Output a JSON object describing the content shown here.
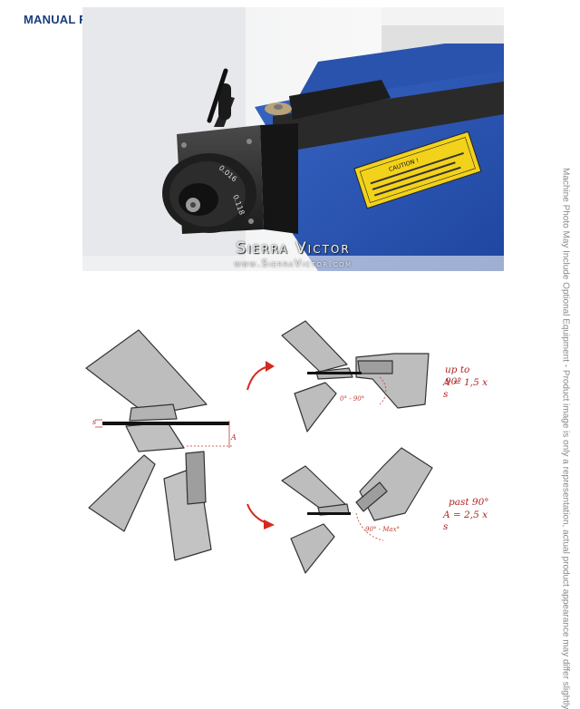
{
  "header": {
    "title": "MANUAL FOLDING BEAM ADJUSTMENT"
  },
  "photo": {
    "watermark_brand": "Sierra Victor",
    "watermark_url": "www.SierraVictor.com",
    "caution_label": "CAUTION !",
    "dial_marks": [
      "0.016",
      "0.118"
    ]
  },
  "side_note": "Machine Photo May Include Optional Equipment - Product image is only a representation, actual product appearance may differ slightly",
  "diagram": {
    "s_label": "s",
    "a_label": "A",
    "case_up": {
      "line1": "up to 90°",
      "line2": "A = 1,5 x s",
      "angle": "0° - 90°"
    },
    "case_past": {
      "line1": "past 90°",
      "line2": "A = 2,5 x s",
      "angle": "90° - Max°"
    }
  },
  "colors": {
    "title": "#1a3d7c",
    "beam_blue": "#2b55b0",
    "tool_grey": "#bdbdbd",
    "arrow_red": "#d42a1e",
    "label_red": "#b22222"
  }
}
